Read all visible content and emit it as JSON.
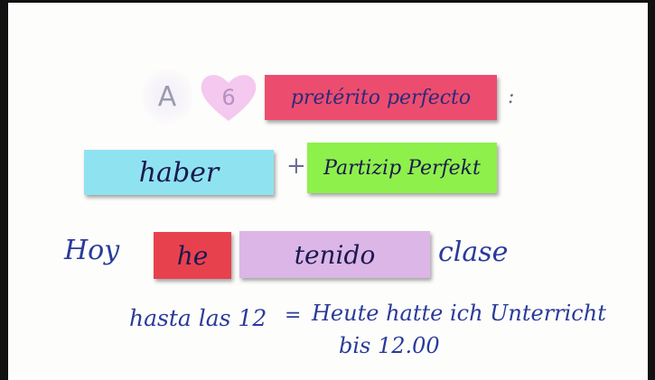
{
  "header": {
    "letter": "A",
    "number": "6",
    "title": "pretérito perfecto",
    "colon": ":"
  },
  "formula": {
    "part1": "haber",
    "plus": "+",
    "part2": "Partizip Perfekt"
  },
  "example": {
    "word1": "Hoy",
    "word2": "he",
    "word3": "tenido",
    "word4": "clase"
  },
  "translation": {
    "left": "hasta las 12",
    "equals": "=",
    "line1": "Heute hatte ich Unterricht",
    "line2": "bis 12.00"
  },
  "colors": {
    "title_card": "#ec4d6e",
    "haber_card": "#8fe3f0",
    "partizip_card": "#8ef04a",
    "he_card": "#e8414e",
    "tenido_card": "#dcb6e6",
    "heart": "#f4c8ef",
    "ink": "#2a3a9a"
  },
  "icons": [
    "letter-a-badge",
    "heart-icon"
  ]
}
